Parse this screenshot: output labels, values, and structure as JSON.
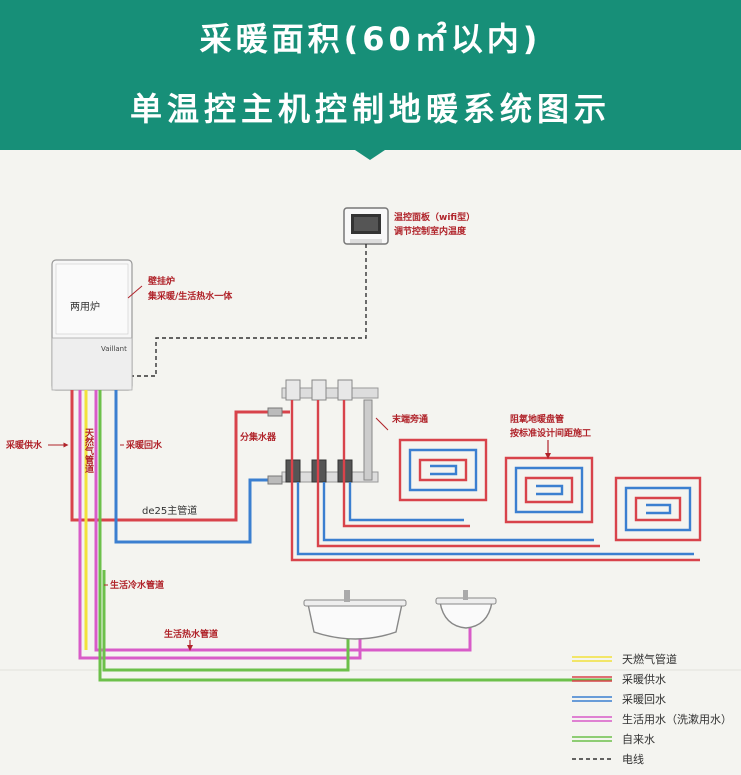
{
  "header": {
    "title_line1": "采暖面积(60㎡以内)",
    "title_line2": "单温控主机控制地暖系统图示"
  },
  "boiler": {
    "label": "两用炉",
    "brand": "Vaillant",
    "annotation_title": "壁挂炉",
    "annotation_desc": "集采暖/生活热水一体"
  },
  "thermostat": {
    "title": "温控面板（wifi型）",
    "desc": "调节控制室内温度"
  },
  "labels": {
    "heating_supply": "采暖供水",
    "gas_pipe": "天然气管道",
    "heating_return": "采暖回水",
    "manifold": "分集水器",
    "end_bypass": "末端旁通",
    "floor_pipe_title": "阻氧地暖盘管",
    "floor_pipe_desc": "按标准设计间距施工",
    "main_pipe": "de25主管道",
    "cold_water_pipe": "生活冷水管道",
    "hot_water_pipe": "生活热水管道"
  },
  "legend": [
    {
      "label": "天燃气管道",
      "color": "#f2e23a",
      "style": "double"
    },
    {
      "label": "采暖供水",
      "color": "#d8434b",
      "style": "double"
    },
    {
      "label": "采暖回水",
      "color": "#3b7fd0",
      "style": "double"
    },
    {
      "label": "生活用水（洗漱用水）",
      "color": "#d85bc8",
      "style": "double"
    },
    {
      "label": "自来水",
      "color": "#6cc04a",
      "style": "double"
    },
    {
      "label": "电线",
      "color": "#333333",
      "style": "dashed"
    }
  ],
  "colors": {
    "header": "#178f78",
    "supply": "#d8434b",
    "return": "#3b7fd0",
    "gas": "#f2e23a",
    "domestic": "#d85bc8",
    "tap": "#6cc04a"
  }
}
